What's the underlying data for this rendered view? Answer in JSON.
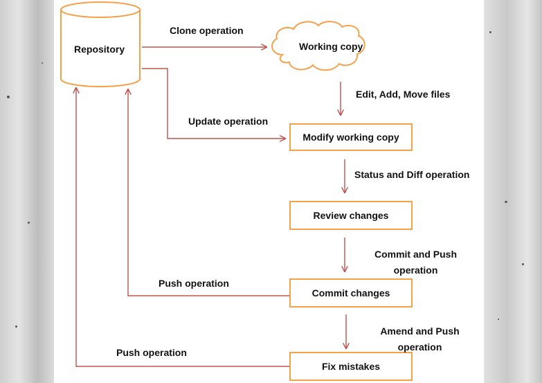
{
  "nodes": {
    "repository": "Repository",
    "working_copy": "Working copy",
    "modify": "Modify working copy",
    "review": "Review changes",
    "commit": "Commit changes",
    "fix": "Fix mistakes"
  },
  "edges": {
    "clone": "Clone operation",
    "edit": "Edit, Add, Move files",
    "update": "Update operation",
    "status_diff": "Status and Diff operation",
    "commit_push_1": "Commit and Push",
    "commit_push_2": "operation",
    "push_1": "Push operation",
    "amend_push_1": "Amend and Push",
    "amend_push_2": "operation",
    "push_2": "Push operation"
  },
  "colors": {
    "node_border": "#f5a14a",
    "arrow": "#c0504d"
  }
}
